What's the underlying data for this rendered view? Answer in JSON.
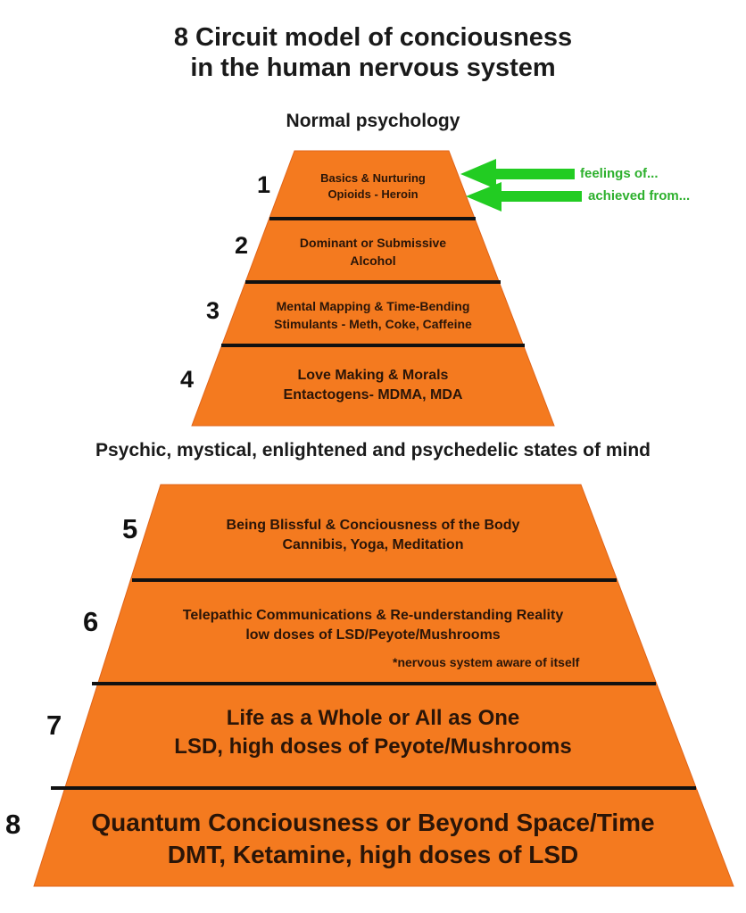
{
  "title": {
    "line1": "8 Circuit model of conciousness",
    "line2": "in the human nervous system"
  },
  "sections": {
    "upper_heading": "Normal psychology",
    "lower_heading": "Psychic, mystical, enlightened and psychedelic states of mind"
  },
  "annotations": {
    "feelings": "feelings of...",
    "achieved": "achieved from..."
  },
  "circuits": [
    {
      "number": "1",
      "line1": "Basics & Nurturing",
      "line2": "Opioids - Heroin"
    },
    {
      "number": "2",
      "line1": "Dominant or Submissive",
      "line2": "Alcohol"
    },
    {
      "number": "3",
      "line1": "Mental Mapping & Time-Bending",
      "line2": "Stimulants - Meth, Coke, Caffeine"
    },
    {
      "number": "4",
      "line1": "Love Making & Morals",
      "line2": "Entactogens- MDMA, MDA"
    },
    {
      "number": "5",
      "line1": "Being Blissful & Conciousness of the Body",
      "line2": "Cannibis, Yoga, Meditation"
    },
    {
      "number": "6",
      "line1": "Telepathic Communications & Re-understanding Reality",
      "line2": "low doses of LSD/Peyote/Mushrooms",
      "note": "*nervous system aware of itself"
    },
    {
      "number": "7",
      "line1": "Life as a Whole or All as One",
      "line2": "LSD, high doses of Peyote/Mushrooms"
    },
    {
      "number": "8",
      "line1": "Quantum Conciousness or Beyond Space/Time",
      "line2": "DMT, Ketamine, high doses of LSD"
    }
  ],
  "colors": {
    "pyramid_fill": "#f47a1f",
    "divider": "#111111",
    "arrow": "#22cc22",
    "annotation_text": "#2db02d"
  }
}
